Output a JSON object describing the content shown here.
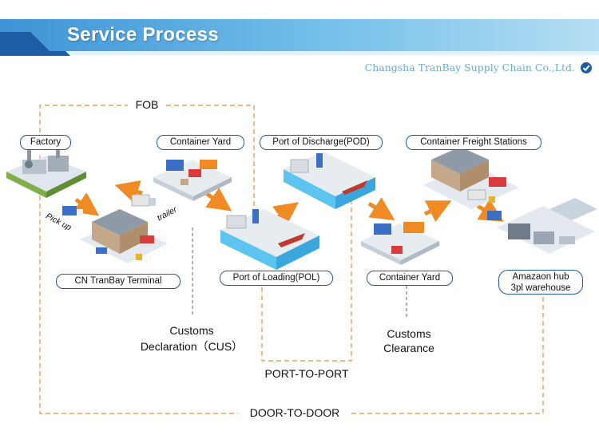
{
  "header": {
    "title": "Service Process",
    "company": "Changsha TranBay Supply Chain Co.,Ltd.",
    "colors": {
      "band_light": "#9fd0ec",
      "band_mid": "#5aaee0",
      "band_dark": "#1e5ea6"
    }
  },
  "scope_labels": {
    "fob": "FOB",
    "port_to_port": "PORT-TO-PORT",
    "door_to_door": "DOOR-TO-DOOR"
  },
  "stages": {
    "factory": "Factory",
    "container_yard_1": "Container Yard",
    "pod": "Port of Discharge(POD)",
    "cfs": "Container Freight Stations",
    "cn_terminal": "CN TranBay Terminal",
    "pol": "Port of Loading(POL)",
    "container_yard_2": "Container Yard",
    "amazon_hub_line1": "Amazaon hub",
    "amazon_hub_line2": "3pl warehouse"
  },
  "transport_labels": {
    "pick_up": "Pick up",
    "trailer": "trailer"
  },
  "customs": {
    "declaration_line1": "Customs",
    "declaration_line2": "Declaration（CUS）",
    "clearance_line1": "Customs",
    "clearance_line2": "Clearance"
  },
  "colors": {
    "dashed_line": "#e8a25a",
    "pill_border": "#1f5aa8",
    "arrow": "#f08a24",
    "water": "#5cc4ee",
    "ground": "#e8edf3"
  },
  "icons": {
    "header_badge": "check-badge-icon"
  }
}
